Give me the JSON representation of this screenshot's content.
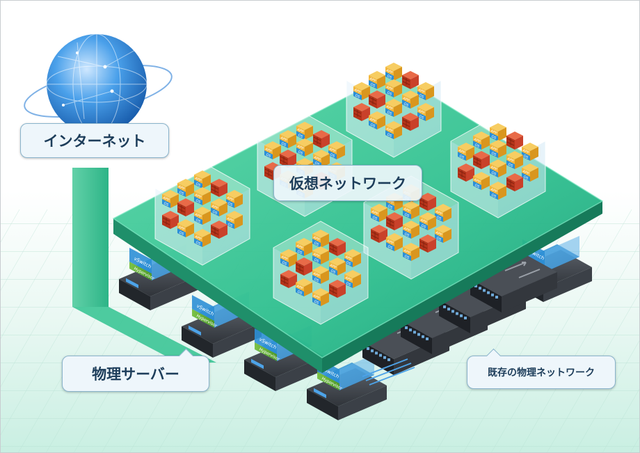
{
  "labels": {
    "internet": "インターネット",
    "virtual_network": "仮想ネットワーク",
    "physical_server": "物理サーバー",
    "existing_network": "既存の物理ネットワーク"
  },
  "block_text": {
    "app": "APP",
    "os": "OS"
  },
  "server_text": {
    "vswitch": "vSwitch",
    "hypervisor": "Hypervisor"
  },
  "colors": {
    "platform": "#2fbf8f",
    "platform_edge": "#1f8f6a",
    "globe": "#2b7fd6",
    "app_block": "#f2b63a",
    "os_block": "#2a8fd8",
    "firewall": "#d94a2a",
    "callout_bg": "#eef6fb",
    "callout_text": "#1d3d5a"
  }
}
